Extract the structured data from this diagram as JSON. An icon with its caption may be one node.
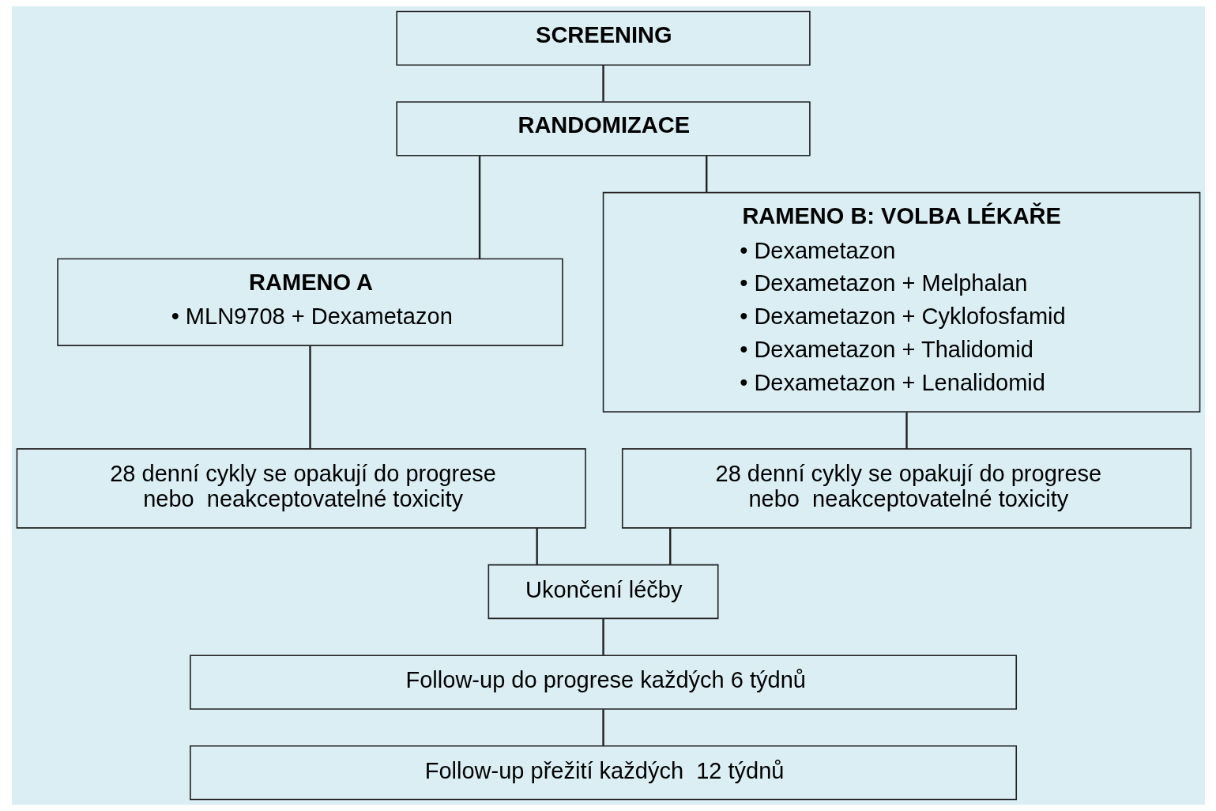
{
  "diagram": {
    "nodes": [
      {
        "text": [
          "SCREENING"
        ]
      },
      {
        "text": [
          "RANDOMIZACE"
        ]
      },
      {
        "text": [
          "RAMENO A",
          "• MLN9708 + Dexametazon"
        ]
      },
      {
        "text": [
          "RAMENO B: VOLBA LÉKAŘE",
          "• Dexametazon",
          "• Dexametazon + Melphalan",
          "• Dexametazon + Cyklofosfamid",
          "• Dexametazon + Thalidomid",
          "• Dexametazon + Lenalidomid"
        ]
      },
      {
        "text": [
          "28 denní cykly se opakují do progrese nebo  neakceptovatelné toxicity"
        ]
      },
      {
        "text": [
          "28 denní cykly se opakují do progrese nebo  neakceptovatelné toxicity"
        ]
      },
      {
        "text": [
          "Ukončení léčby"
        ]
      },
      {
        "text": [
          "Follow-up do progrese každých 6 týdnů"
        ]
      },
      {
        "text": [
          "Follow-up přežití každých  12 týdnů"
        ]
      }
    ],
    "edges": [
      {
        "from": 0,
        "to": 1,
        "arrow": "none"
      },
      {
        "from": 1,
        "to": 2,
        "arrow": "none"
      },
      {
        "from": 1,
        "to": 3,
        "arrow": "none"
      },
      {
        "from": 2,
        "to": 4,
        "arrow": "none"
      },
      {
        "from": 3,
        "to": 5,
        "arrow": "none"
      },
      {
        "from": 4,
        "to": 6,
        "arrow": "none"
      },
      {
        "from": 5,
        "to": 6,
        "arrow": "none"
      },
      {
        "from": 6,
        "to": 7,
        "arrow": "none"
      },
      {
        "from": 7,
        "to": 8,
        "arrow": "none"
      }
    ]
  }
}
